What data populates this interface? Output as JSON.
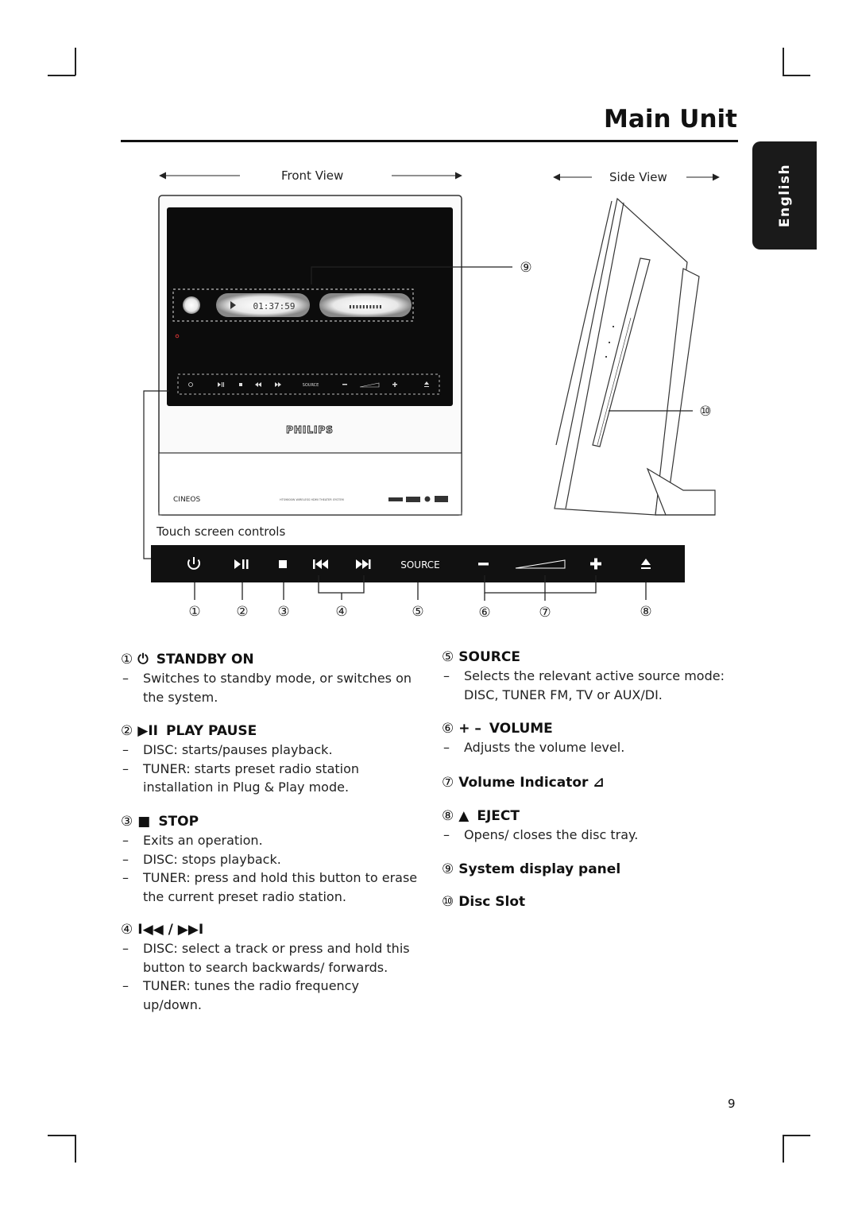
{
  "page": {
    "title": "Main Unit",
    "language_tab": "English",
    "page_number": "9"
  },
  "diagram": {
    "front_view_label": "Front View",
    "side_view_label": "Side View",
    "touch_caption": "Touch screen controls",
    "display_time": "01:37:59",
    "display_text": "▮▮▮▮▮▮▮▮▮▮",
    "brand_logo": "PHILIPS",
    "product_line": "CINEOS",
    "model_line": "HTS9800W  WIRELESS HDMI THEATER SYSTEM",
    "strip_source_label": "SOURCE",
    "markers": [
      "①",
      "②",
      "③",
      "④",
      "⑤",
      "⑥",
      "⑦",
      "⑧",
      "⑨",
      "⑩"
    ]
  },
  "items": [
    {
      "num": "①",
      "symbol": "⏻",
      "title": "STANDBY ON",
      "bullets": [
        "Switches to standby mode, or switches on the system."
      ]
    },
    {
      "num": "②",
      "symbol": "▶II",
      "title": "PLAY PAUSE",
      "bullets": [
        "DISC: starts/pauses playback.",
        "TUNER: starts preset radio station installation in Plug & Play mode."
      ]
    },
    {
      "num": "③",
      "symbol": "■",
      "title": "STOP",
      "bullets": [
        "Exits an operation.",
        "DISC: stops playback.",
        "TUNER: press and hold this button to erase the current preset radio station."
      ]
    },
    {
      "num": "④",
      "symbol": "",
      "title": "I◀◀ / ▶▶I",
      "bullets": [
        "DISC: select a track or press and hold this button to search backwards/ forwards.",
        "TUNER: tunes the radio frequency up/down."
      ]
    },
    {
      "num": "⑤",
      "symbol": "",
      "title": "SOURCE",
      "bullets": [
        "Selects the relevant active source mode: DISC, TUNER FM, TV or AUX/DI."
      ]
    },
    {
      "num": "⑥",
      "symbol": "+ –",
      "title": "VOLUME",
      "bullets": [
        "Adjusts the volume level."
      ]
    },
    {
      "num": "⑦",
      "symbol": "",
      "title": "Volume Indicator ⊿",
      "bullets": []
    },
    {
      "num": "⑧",
      "symbol": "▲",
      "title": "EJECT",
      "bullets": [
        "Opens/ closes the disc tray."
      ]
    },
    {
      "num": "⑨",
      "symbol": "",
      "title": "System display panel",
      "bullets": []
    },
    {
      "num": "⑩",
      "symbol": "",
      "title": "Disc Slot",
      "bullets": []
    }
  ]
}
